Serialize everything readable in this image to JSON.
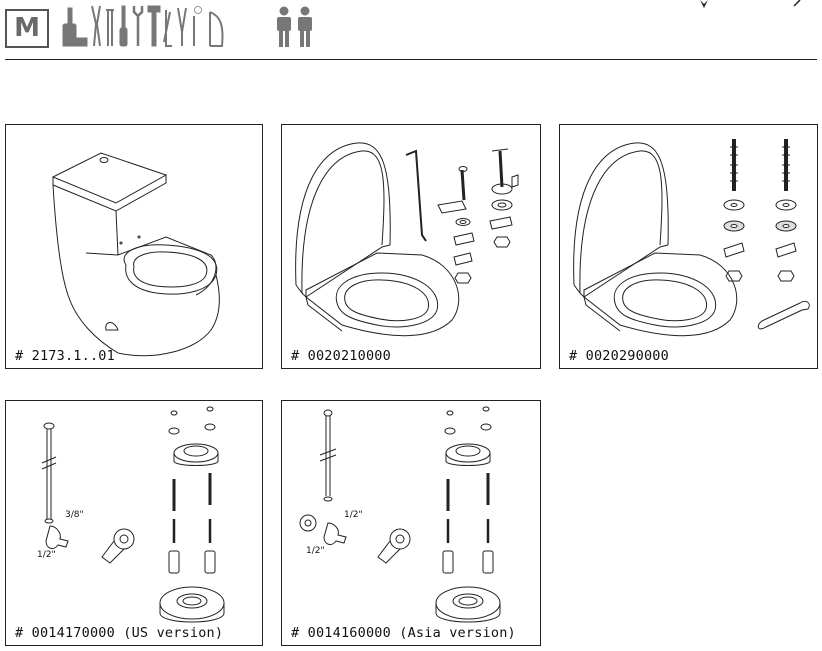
{
  "header": {
    "logo_letter": "M",
    "tool_icons": [
      "drill-icon",
      "pliers-icon",
      "tube-icon",
      "screwdriver-icon",
      "wrench-icon",
      "hammer-icon",
      "spirit-level-icon",
      "knife-icon",
      "hex-key-icon",
      "saw-icon"
    ],
    "people_icon": "two-persons-icon"
  },
  "panels": [
    {
      "caption": "# 2173.1..01",
      "illustration": "one-piece-toilet"
    },
    {
      "caption": "# 0020210000",
      "illustration": "toilet-seat-with-fixing-set"
    },
    {
      "caption": "# 0020290000",
      "illustration": "toilet-seat-with-bolt-set"
    },
    {
      "caption": "# 0014170000 (US version)",
      "illustration": "us-installation-kit",
      "labels": {
        "a": "3/8\"",
        "b": "1/2\""
      }
    },
    {
      "caption": "# 0014160000 (Asia version)",
      "illustration": "asia-installation-kit",
      "labels": {
        "a": "1/2\"",
        "b": "1/2\""
      }
    }
  ]
}
